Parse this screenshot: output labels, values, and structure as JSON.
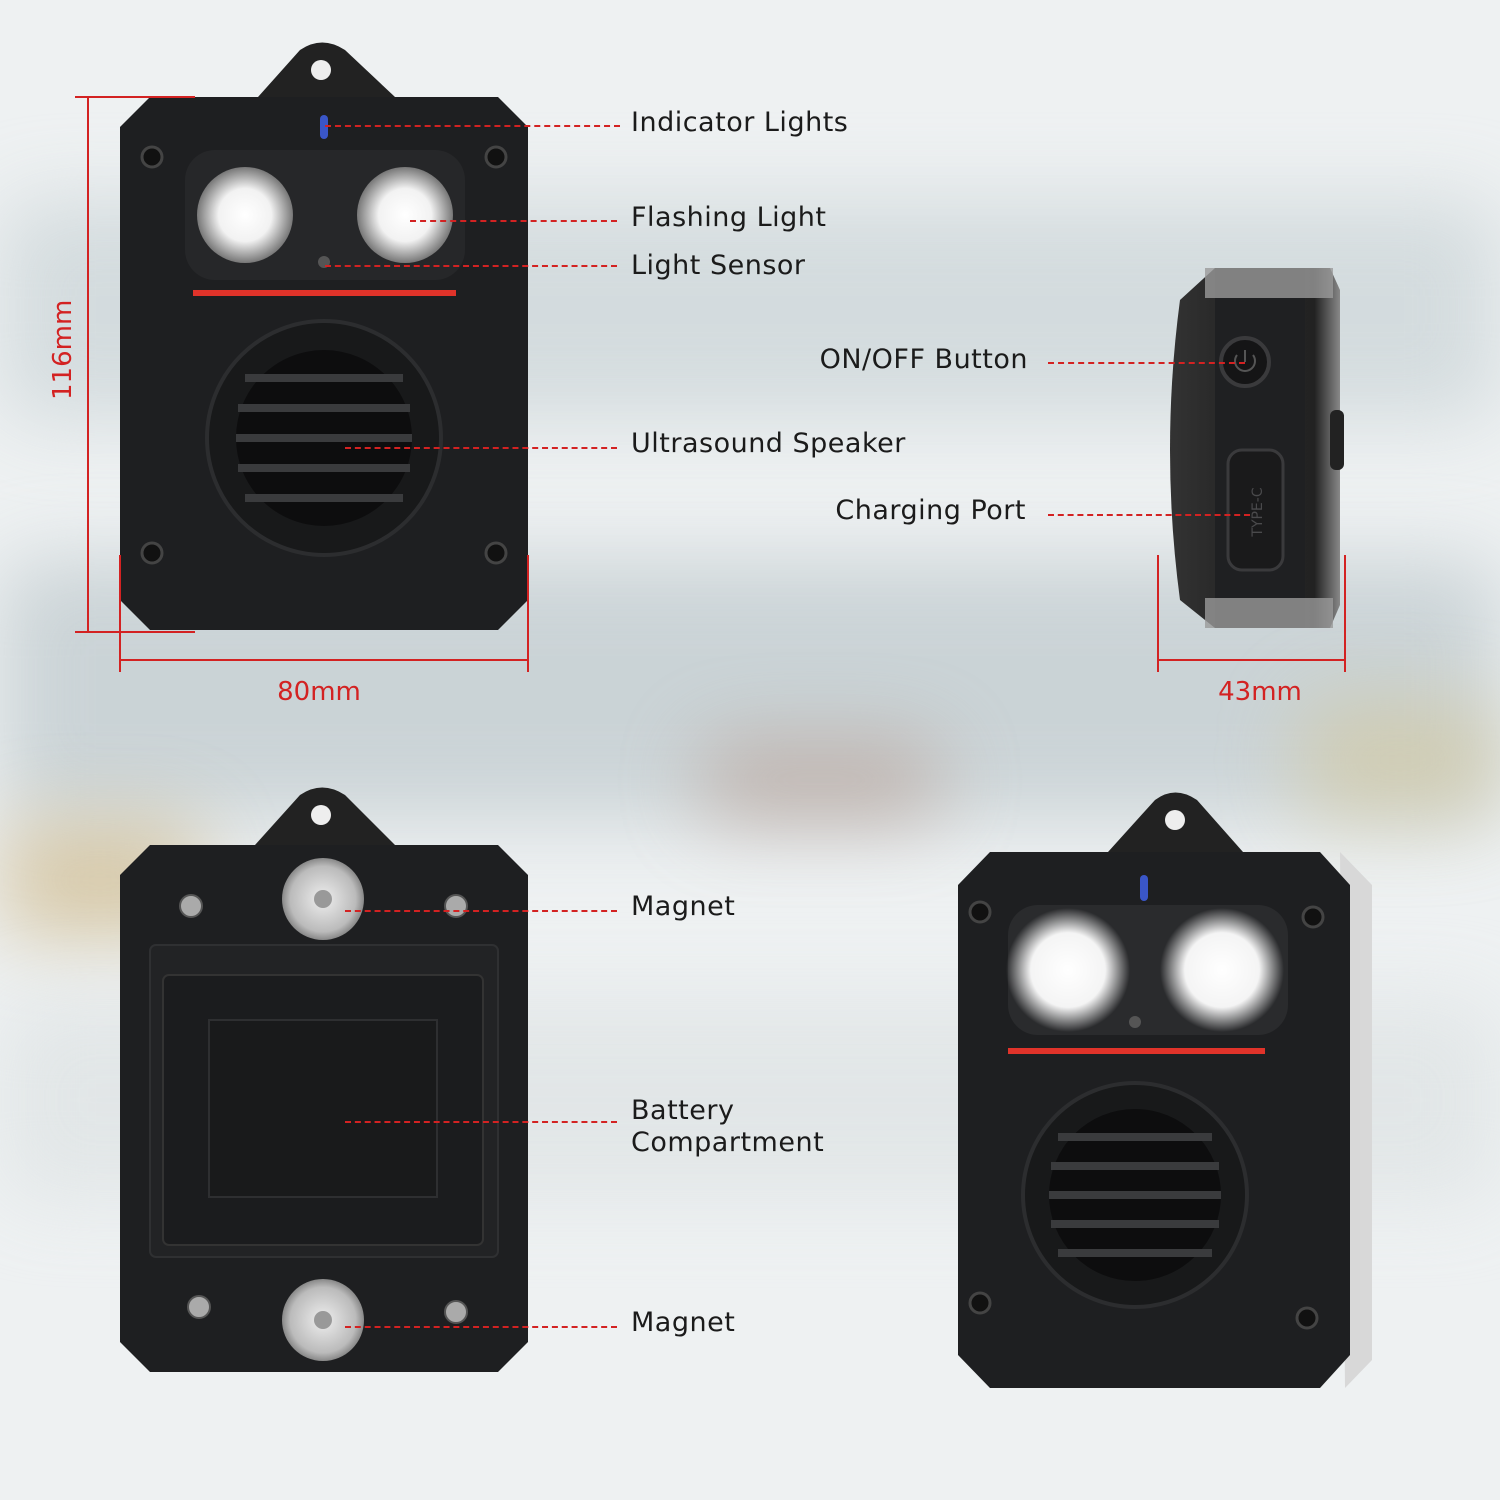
{
  "dimensions": {
    "height": "116mm",
    "width": "80mm",
    "depth": "43mm"
  },
  "front_labels": {
    "indicator_lights": "Indicator Lights",
    "flashing_light": "Flashing Light",
    "light_sensor": "Light Sensor",
    "ultrasound_speaker": "Ultrasound Speaker"
  },
  "side_labels": {
    "on_off_button": "ON/OFF Button",
    "charging_port": "Charging Port",
    "port_marking": "TYPE-C"
  },
  "back_labels": {
    "magnet_top": "Magnet",
    "battery_line1": "Battery",
    "battery_line2": "Compartment",
    "magnet_bottom": "Magnet"
  },
  "colors": {
    "annotation": "#d32222",
    "device_body": "#1e1f21",
    "accent_stripe": "#e0332a",
    "indicator": "#3a56c8"
  }
}
